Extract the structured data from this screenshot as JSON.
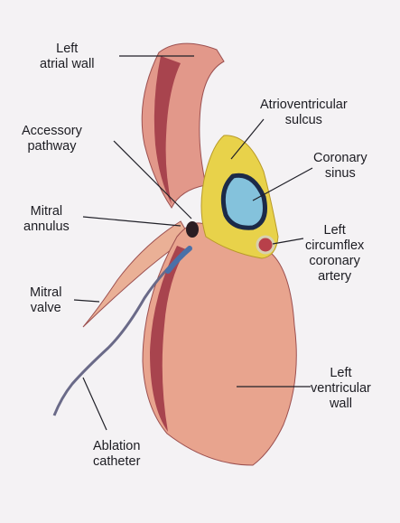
{
  "labels": {
    "left_atrial_wall": [
      "Left",
      "atrial wall"
    ],
    "accessory_pathway": [
      "Accessory",
      "pathway"
    ],
    "mitral_annulus": [
      "Mitral",
      "annulus"
    ],
    "mitral_valve": [
      "Mitral",
      "valve"
    ],
    "ablation_catheter": [
      "Ablation",
      "catheter"
    ],
    "atrioventricular_sulcus": [
      "Atrioventricular",
      "sulcus"
    ],
    "coronary_sinus": [
      "Coronary",
      "sinus"
    ],
    "left_circumflex_coronary_artery": [
      "Left",
      "circumflex",
      "coronary",
      "artery"
    ],
    "left_ventricular_wall": [
      "Left",
      "ventricular",
      "wall"
    ]
  },
  "colors": {
    "background": "#f4f2f4",
    "myocardium": "#e8a48e",
    "myocardium_dark": "#b8605a",
    "endocardium": "#a8444e",
    "fat": "#e8d24a",
    "coronary_sinus": "#84c2dc",
    "artery": "#b8404a",
    "catheter": "#4a70a8",
    "leader_line": "#202028"
  }
}
